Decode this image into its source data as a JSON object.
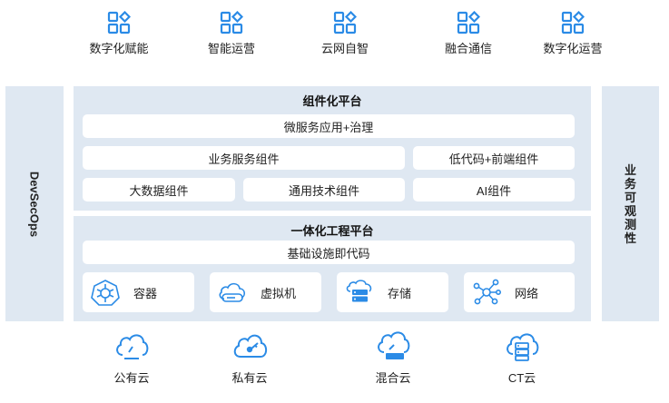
{
  "colors": {
    "accent": "#2b8be6",
    "panel_bg": "#dfe8f2",
    "card_bg": "#ffffff"
  },
  "capabilities": [
    {
      "label": "数字化赋能",
      "icon": "grid-icon"
    },
    {
      "label": "智能运营",
      "icon": "grid-icon"
    },
    {
      "label": "云网自智",
      "icon": "grid-icon"
    },
    {
      "label": "融合通信",
      "icon": "grid-icon"
    },
    {
      "label": "数字化运营",
      "icon": "grid-icon"
    }
  ],
  "left_pillar": {
    "label": "DevSecOps"
  },
  "right_pillar": {
    "label": "业务可观测性"
  },
  "component_platform": {
    "title": "组件化平台",
    "rows": [
      [
        "微服务应用+治理"
      ],
      [
        "业务服务组件",
        "低代码+前端组件"
      ],
      [
        "大数据组件",
        "通用技术组件",
        "AI组件"
      ]
    ]
  },
  "integrated_platform": {
    "title": "一体化工程平台",
    "iac": "基础设施即代码",
    "infra": [
      {
        "label": "容器",
        "icon": "kubernetes-icon"
      },
      {
        "label": "虚拟机",
        "icon": "virtual-machine-icon"
      },
      {
        "label": "存储",
        "icon": "storage-icon"
      },
      {
        "label": "网络",
        "icon": "network-icon"
      }
    ]
  },
  "clouds": [
    {
      "label": "公有云",
      "icon": "public-cloud-icon"
    },
    {
      "label": "私有云",
      "icon": "private-cloud-icon"
    },
    {
      "label": "混合云",
      "icon": "hybrid-cloud-icon"
    },
    {
      "label": "CT云",
      "icon": "ct-cloud-icon"
    }
  ]
}
